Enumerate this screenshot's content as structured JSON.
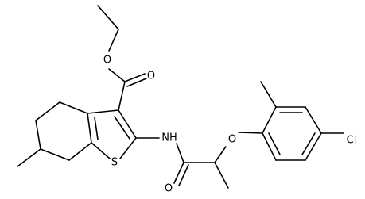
{
  "molecule": {
    "atom_labels": {
      "o_ester_ether": "O",
      "o_ester_carbonyl": "O",
      "sulfur": "S",
      "nh": "NH",
      "o_amide": "O",
      "o_aryl_ether": "O",
      "chlorine": "Cl"
    }
  }
}
